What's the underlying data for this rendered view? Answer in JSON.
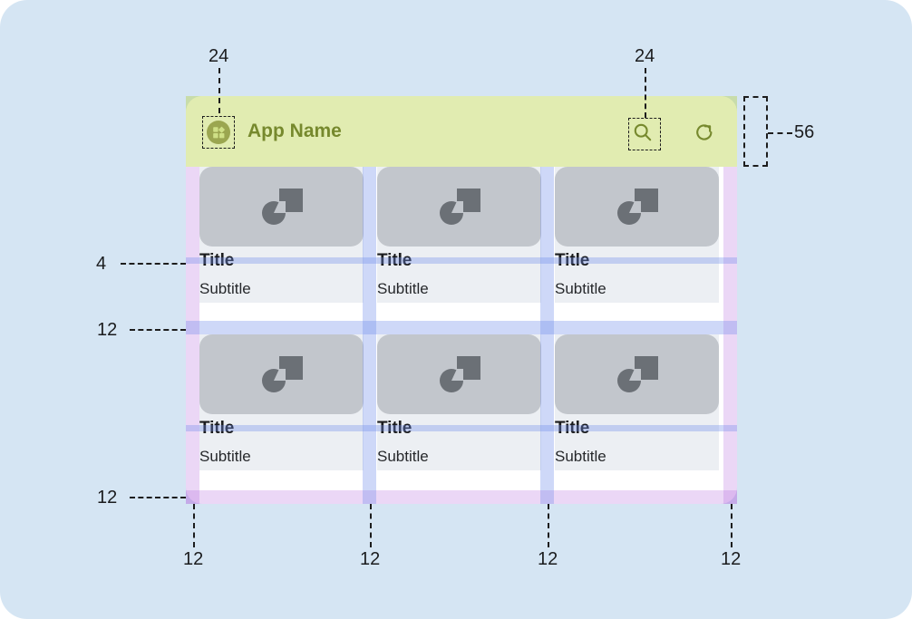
{
  "canvas": {
    "background_color": "#d5e5f3",
    "corner_radius": "30"
  },
  "appbar": {
    "title": "App Name",
    "height": "56",
    "overlay_color": "#b4d03c",
    "title_color": "#4e5a24",
    "icons": [
      {
        "name": "menu-icon",
        "label": "apps-grid"
      },
      {
        "name": "search-icon",
        "label": "search"
      },
      {
        "name": "refresh-icon",
        "label": "refresh"
      }
    ]
  },
  "grid": {
    "columns": 3,
    "rows": 2,
    "gutter_color": "#6e8ceb",
    "padding_color": "#b266dc",
    "cards": [
      {
        "title": "Title",
        "subtitle": "Subtitle"
      },
      {
        "title": "Title",
        "subtitle": "Subtitle"
      },
      {
        "title": "Title",
        "subtitle": "Subtitle"
      },
      {
        "title": "Title",
        "subtitle": "Subtitle"
      },
      {
        "title": "Title",
        "subtitle": "Subtitle"
      },
      {
        "title": "Title",
        "subtitle": "Subtitle"
      }
    ],
    "card_media_color": "#c2c6cc",
    "card_surface_color": "#eceff3",
    "placeholder_icon": "image-placeholder-icon"
  },
  "annotations": {
    "menu_icon_size": "24",
    "search_icon_size": "24",
    "appbar_height": "56",
    "title_gap": "4",
    "row_gap": "12",
    "bottom_padding": "12",
    "gutter_left": "12",
    "gutter_mid_1": "12",
    "gutter_mid_2": "12",
    "gutter_right": "12"
  }
}
